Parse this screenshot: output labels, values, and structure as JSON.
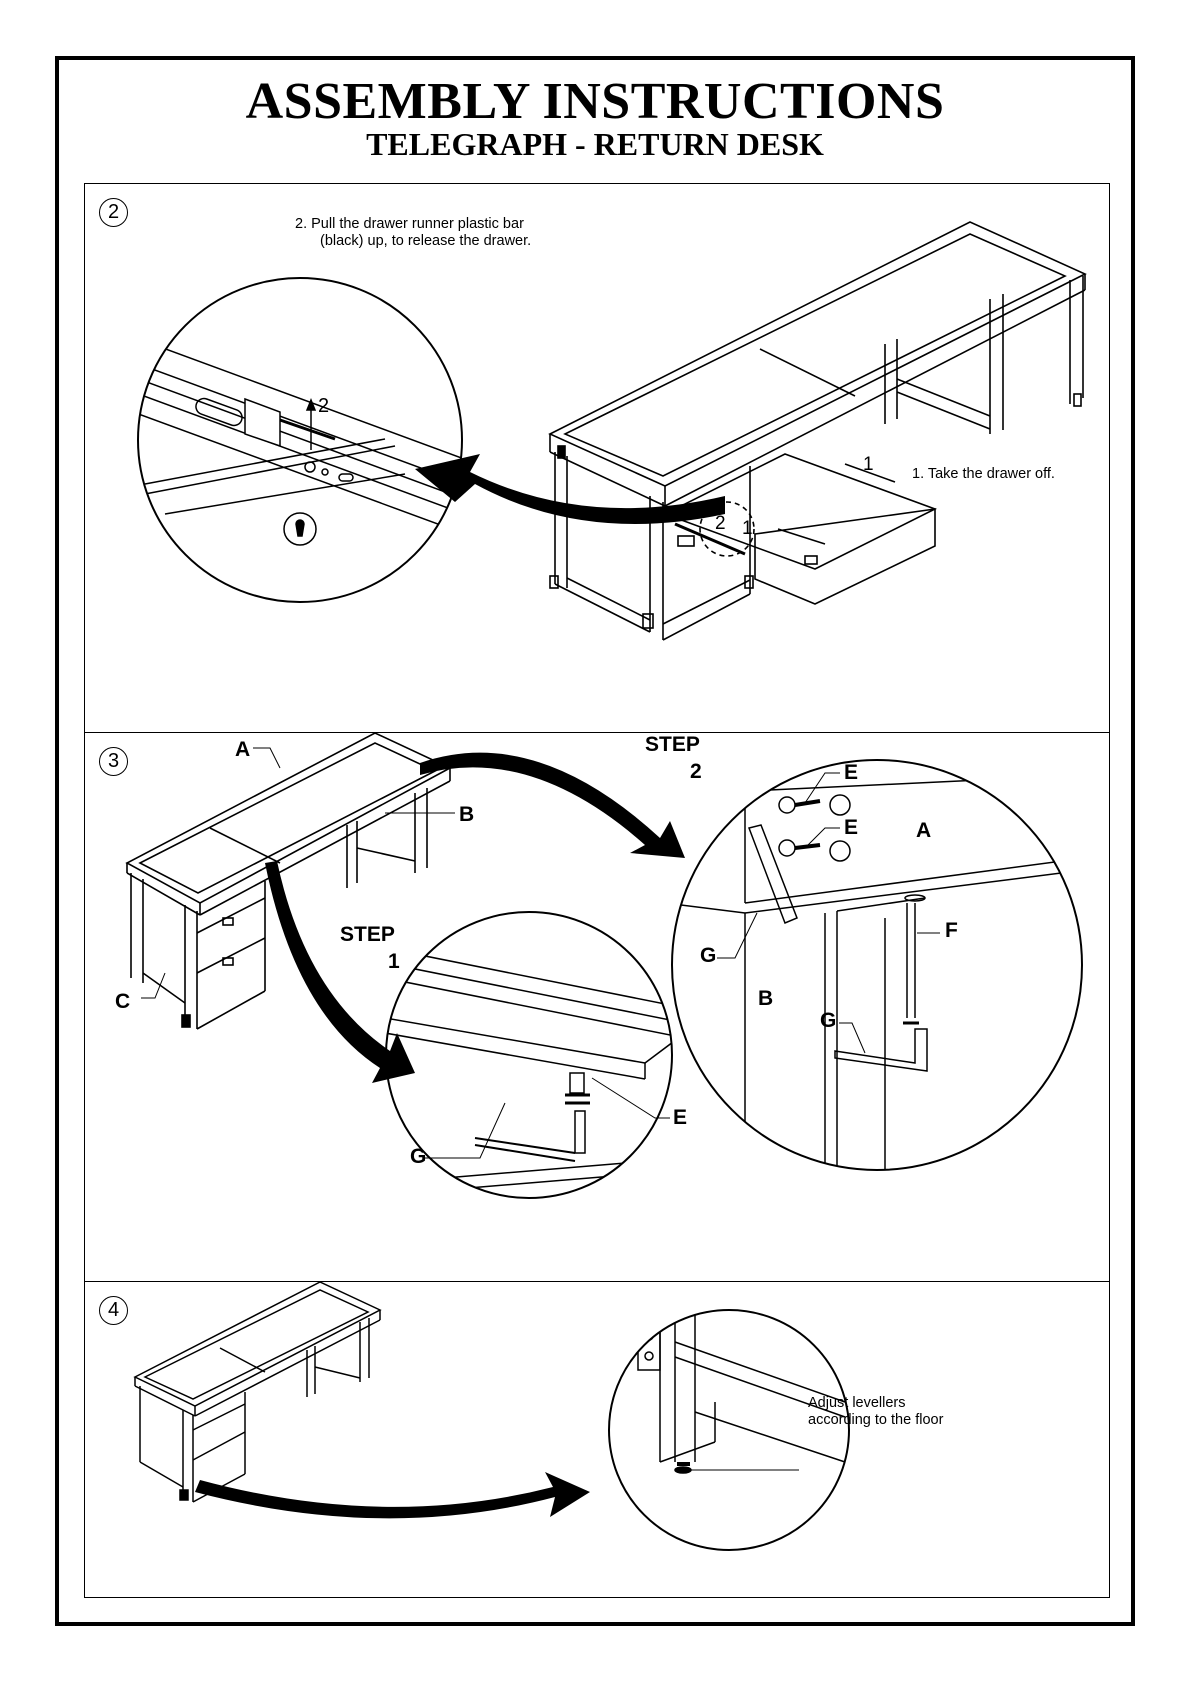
{
  "header": {
    "title": "ASSEMBLY INSTRUCTIONS",
    "subtitle": "TELEGRAPH - RETURN DESK"
  },
  "step2": {
    "number": "2",
    "note_release_line1": "2. Pull the drawer runner plastic bar",
    "note_release_line2": "(black) up, to release the drawer.",
    "note_take_off": "1. Take the drawer off.",
    "mark_1": "1",
    "mark_2": "2"
  },
  "step3": {
    "number": "3",
    "step1_word": "STEP",
    "step1_num": "1",
    "step2_word": "STEP",
    "step2_num": "2",
    "parts": {
      "A": "A",
      "B": "B",
      "C": "C",
      "E": "E",
      "F": "F",
      "G": "G"
    }
  },
  "step4": {
    "number": "4",
    "note_line1": "Adjust levellers",
    "note_line2": "according to the floor"
  }
}
